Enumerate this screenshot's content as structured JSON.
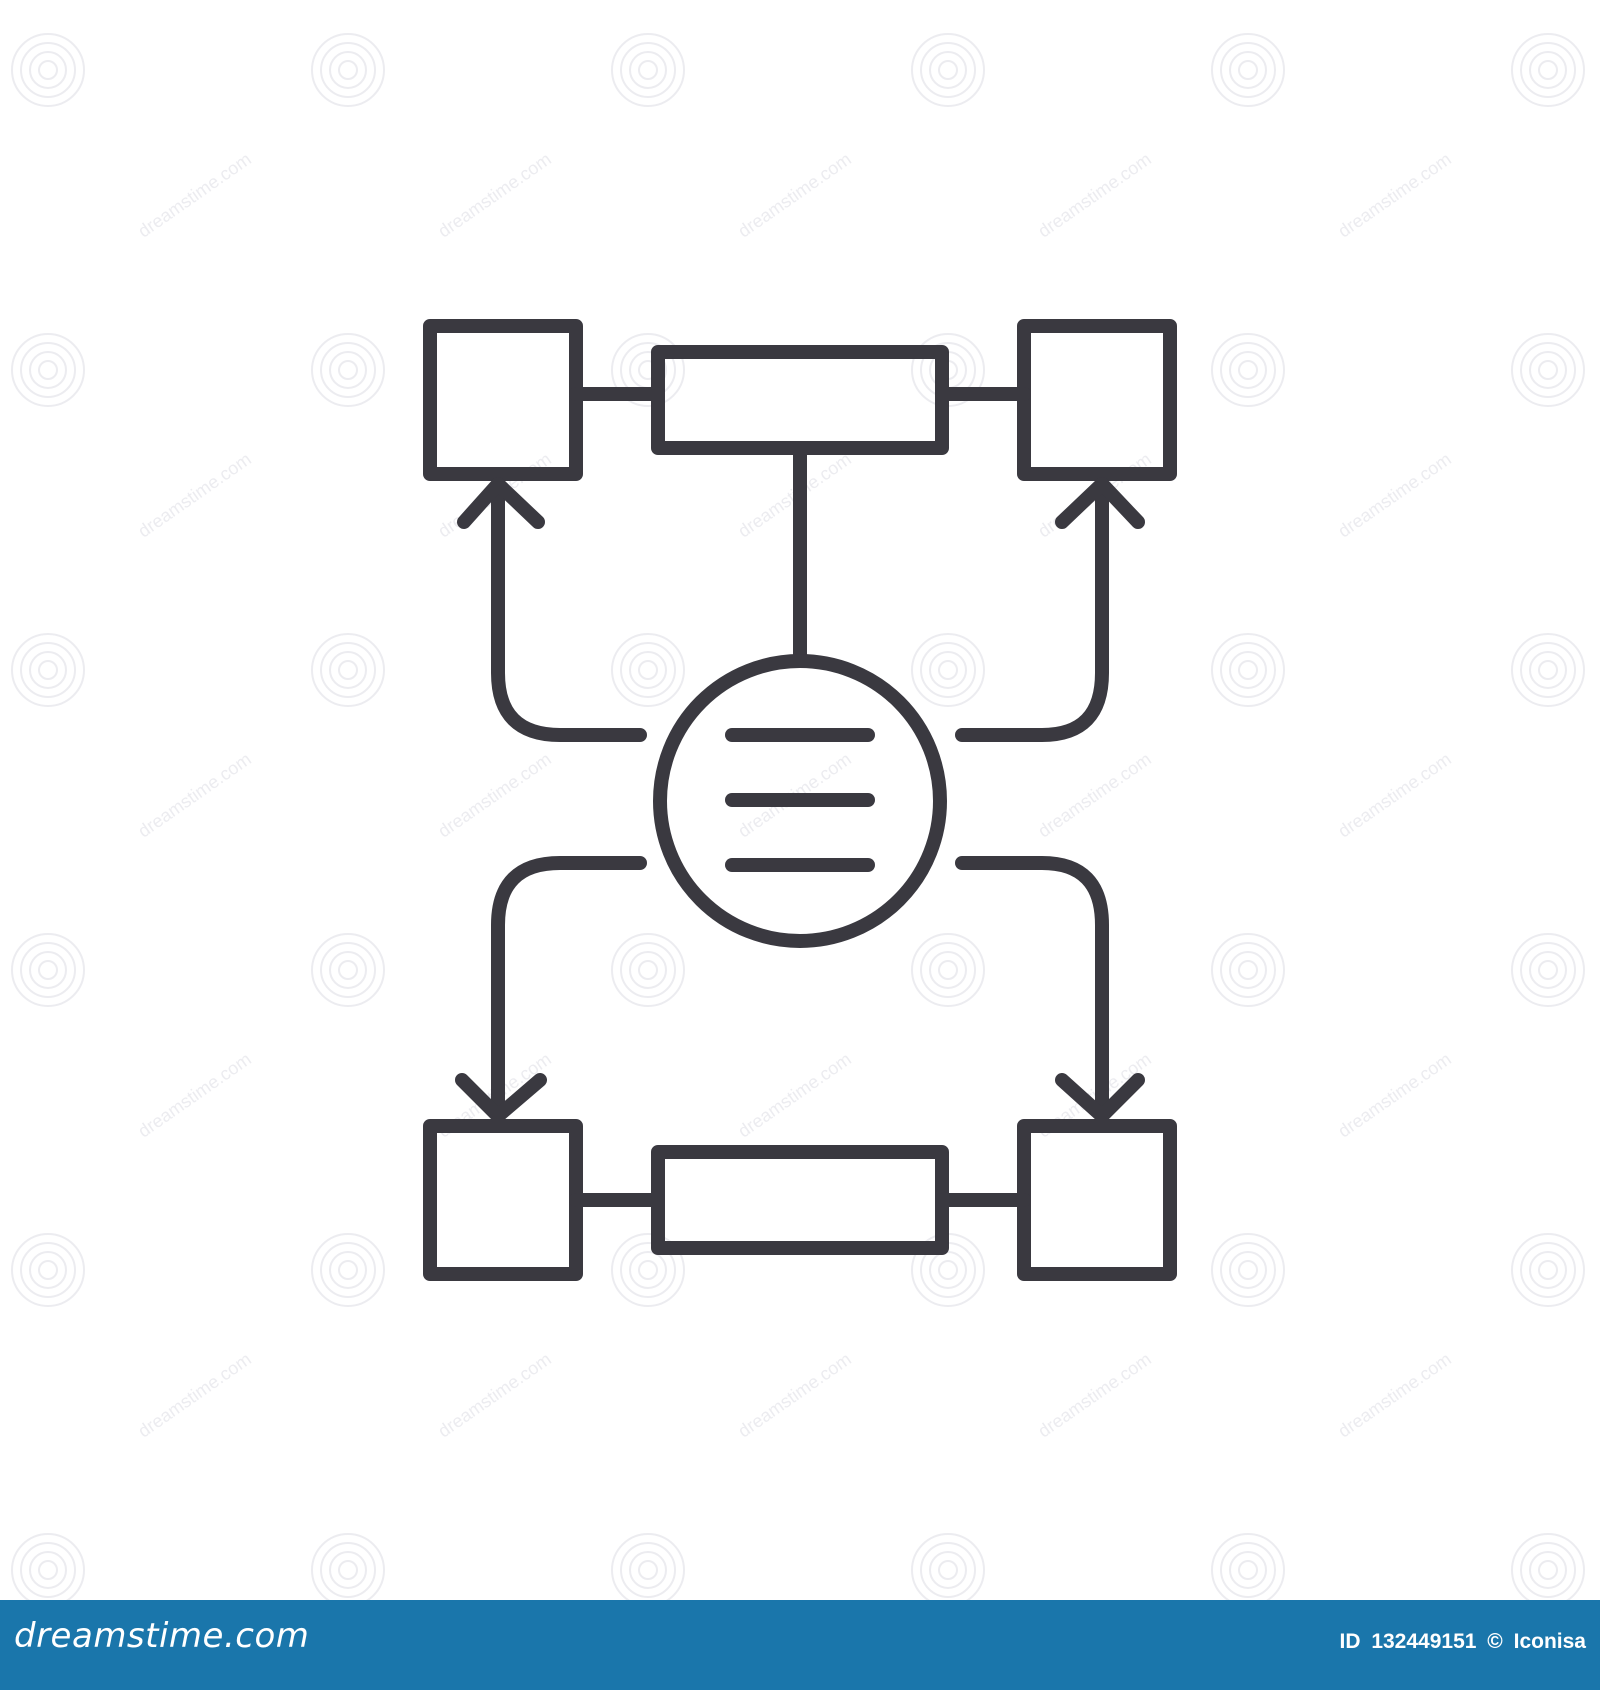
{
  "icon": {
    "name": "flowchart-line-icon",
    "stroke_color": "#3a3940"
  },
  "watermark": {
    "text": "dreamstime.com",
    "color": "#ececf0"
  },
  "footer": {
    "background": "#1a76ab",
    "logo_text": "dreamstime.com",
    "id_label": "ID",
    "id_number": "132449151",
    "copyright_symbol": "©",
    "author": "Iconisa"
  }
}
